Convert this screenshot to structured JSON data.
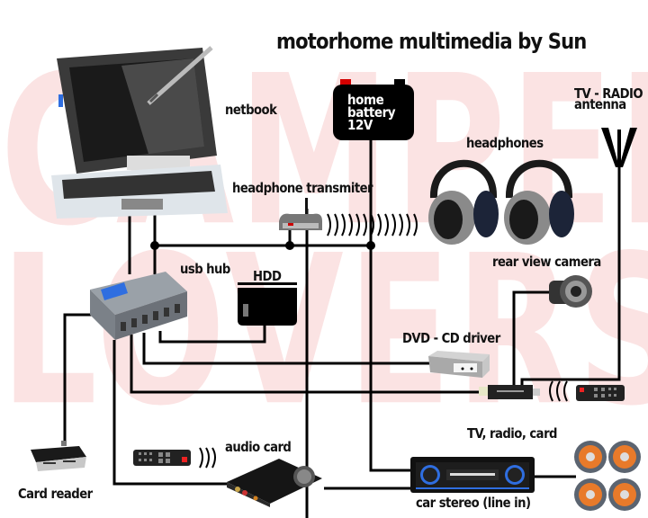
{
  "title": "motorhome multimedia by Sun",
  "watermark": {
    "line1": "CAMPER",
    "line2": "LOVERS"
  },
  "colors": {
    "wire": "#000000",
    "watermark": "#fbe3e3",
    "battery_plus": "#d40000",
    "accent_blue": "#2f6ee0",
    "speaker_orange": "#e87a2a"
  },
  "devices": {
    "netbook": {
      "label": "netbook",
      "icon": "netbook-icon"
    },
    "battery": {
      "label_lines": [
        "home",
        "battery",
        "12V"
      ],
      "icon": "battery-icon"
    },
    "antenna": {
      "label_line1": "TV - RADIO",
      "label_line2": "antenna",
      "icon": "antenna-icon"
    },
    "headphones": {
      "label": "headphones",
      "icon": "headphones-icon"
    },
    "transmitter": {
      "label": "headphone transmiter",
      "icon": "transmitter-icon"
    },
    "usb_hub": {
      "label": "usb hub",
      "icon": "usb-hub-icon"
    },
    "hdd": {
      "label": "HDD",
      "icon": "hdd-icon"
    },
    "rear_camera": {
      "label": "rear view camera",
      "icon": "camera-icon"
    },
    "dvd": {
      "label": "DVD - CD driver",
      "icon": "dvd-drive-icon"
    },
    "tv_tuner": {
      "label": "TV, radio, card",
      "icon": "tv-tuner-stick-icon"
    },
    "audio_card": {
      "label": "audio card",
      "icon": "audio-card-icon"
    },
    "card_reader": {
      "label": "Card reader",
      "icon": "card-reader-icon"
    },
    "car_stereo": {
      "label": "car stereo (line in)",
      "icon": "car-stereo-icon"
    },
    "speakers": {
      "icon": "speakers-icon"
    },
    "remote_tv": {
      "icon": "remote-control-icon"
    },
    "remote_audio": {
      "icon": "remote-control-icon"
    }
  }
}
